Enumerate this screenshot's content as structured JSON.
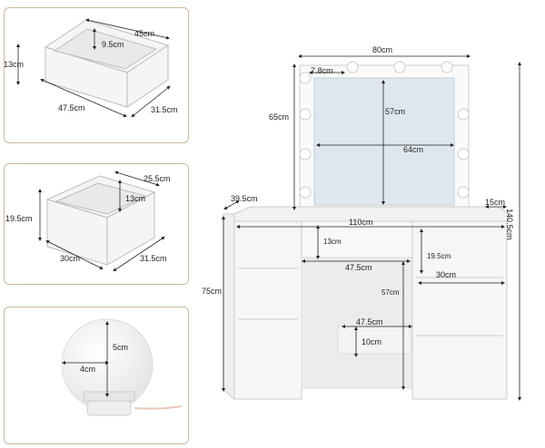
{
  "panels": {
    "drawer1": {
      "width": "45cm",
      "depth": "47.5cm",
      "height": "13cm",
      "side": "31.5cm",
      "inner": "9.5cm"
    },
    "drawer2": {
      "width": "25.5cm",
      "height": "19.5cm",
      "inner": "13cm",
      "depth": "30cm",
      "side": "31.5cm"
    },
    "bulb": {
      "height": "5cm",
      "radius": "4cm"
    }
  },
  "table": {
    "mirror_width": "80cm",
    "bulb_offset": "7.8cm",
    "mirror_height": "65cm",
    "mirror_inner_h": "57cm",
    "mirror_inner_w": "64cm",
    "depth": "39.5cm",
    "right_ledge": "15cm",
    "total_height": "140.5cm",
    "top_width": "110cm",
    "drawer_h": "13cm",
    "side_h": "19.5cm",
    "knee_w": "47.5cm",
    "right_drawer_w": "30cm",
    "table_h": "75cm",
    "knee_h": "57cm",
    "bar_w": "47.5cm",
    "bar_h": "10cm"
  },
  "colors": {
    "panel_border": "#c9b99a",
    "furniture": "#f4f4f4",
    "line": "#222222",
    "mirror": "#dfe7ee"
  }
}
